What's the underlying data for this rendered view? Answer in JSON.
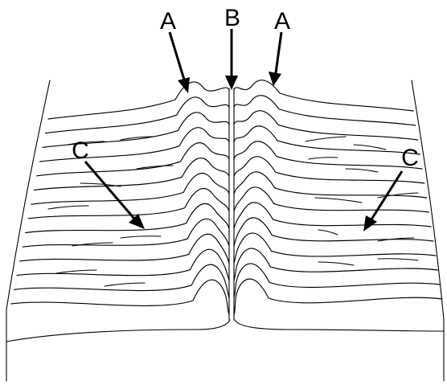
{
  "labels": {
    "left_crest": "A",
    "center_axis": "B",
    "right_crest": "A",
    "left_flank": "C",
    "right_flank": "C"
  }
}
